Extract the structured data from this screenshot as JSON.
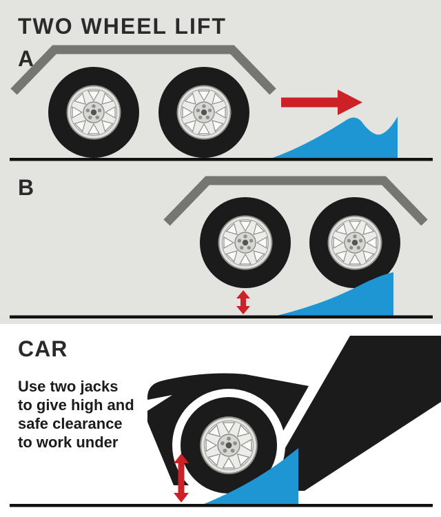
{
  "title": "TWO WHEEL LIFT",
  "panels": {
    "a": {
      "label": "A"
    },
    "b": {
      "label": "B"
    },
    "car": {
      "label": "CAR",
      "caption_lines": [
        "Use two jacks",
        "to give high and",
        "safe clearance",
        "to work under"
      ]
    }
  },
  "icons": {
    "panel_a_arrow": "right-arrow-icon",
    "panel_b_arrow": "vertical-double-arrow-icon",
    "car_arrow": "vertical-double-arrow-icon"
  },
  "colors": {
    "panel_background": "#e3e3df",
    "car_panel_background": "#ffffff",
    "vehicle_black": "#1b1b1b",
    "fender_gray": "#757573",
    "ramp_blue": "#1e96d4",
    "arrow_red": "#cc2127",
    "ground_black": "#111111",
    "rim_silver": "#e4e4e0",
    "text_dark": "#2a2a2a"
  }
}
